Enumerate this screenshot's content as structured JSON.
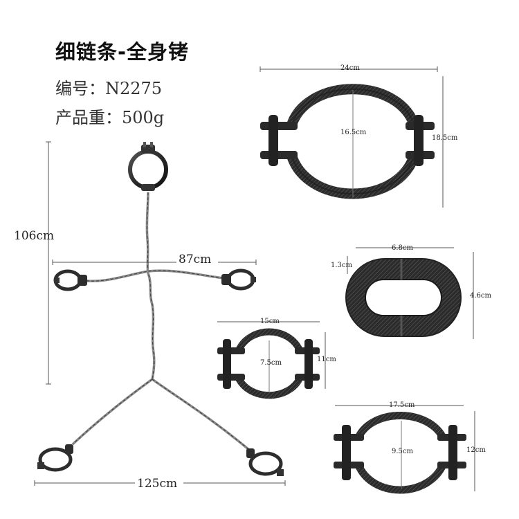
{
  "product": {
    "title": "细链条-全身铐",
    "code_line": "编号：N2275",
    "weight_line": "产品重：500g"
  },
  "dimensions": {
    "full_height": "106cm",
    "arm_span": "87cm",
    "leg_span": "125cm",
    "neck_width": "24cm",
    "neck_inner": "16.5cm",
    "neck_height": "18.5cm",
    "link_width": "6.8cm",
    "link_thickness": "1.3cm",
    "link_height": "4.6cm",
    "wrist_width": "15cm",
    "wrist_inner": "7.5cm",
    "wrist_height": "11cm",
    "ankle_width": "17.5cm",
    "ankle_inner": "9.5cm",
    "ankle_height": "12cm"
  },
  "colors": {
    "metal": "#2d2d2d",
    "chain": "#8a8a8a",
    "dim_line": "#555555"
  }
}
